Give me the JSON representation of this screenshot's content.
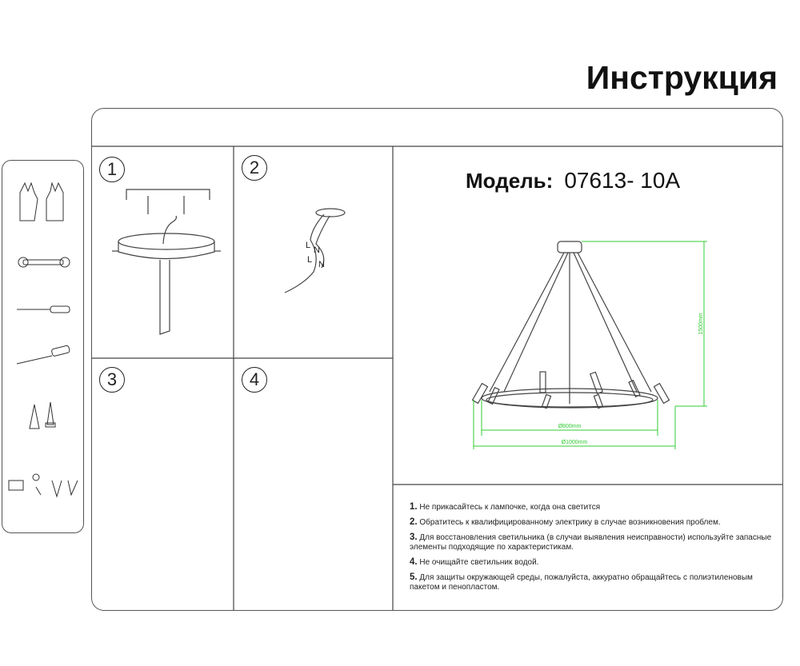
{
  "title": "Инструкция",
  "steps": [
    "1",
    "2",
    "3",
    "4"
  ],
  "wiring": {
    "live": "L",
    "neutral": "N"
  },
  "model": {
    "label": "Модель:",
    "value": "07613- 10A"
  },
  "dimensions": {
    "height": "1500mm",
    "inner_diameter": "Ø800mm",
    "outer_diameter": "Ø1000mm"
  },
  "dimension_color": "#33cc33",
  "tools": [
    "gloves-icon",
    "wrench-icon",
    "screwdriver-flat-icon",
    "screwdriver-phillips-icon",
    "anchor-screw-icon",
    "small-parts-icon"
  ],
  "notes": [
    {
      "n": "1.",
      "text": "Не прикасайтесь к лампочке, когда она светится"
    },
    {
      "n": "2.",
      "text": "Обратитесь к квалифицированному электрику в случае возникновения проблем."
    },
    {
      "n": "3.",
      "text": "Для восстановления светильника (в случаи выявления неисправности) используйте запасные элементы подходящие по характеристикам."
    },
    {
      "n": "4.",
      "text": "Не очищайте светильник водой."
    },
    {
      "n": "5.",
      "text": "Для защиты окружающей среды, пожалуйста, аккуратно обращайтесь с полиэтиленовым пакетом и пенопластом."
    }
  ]
}
